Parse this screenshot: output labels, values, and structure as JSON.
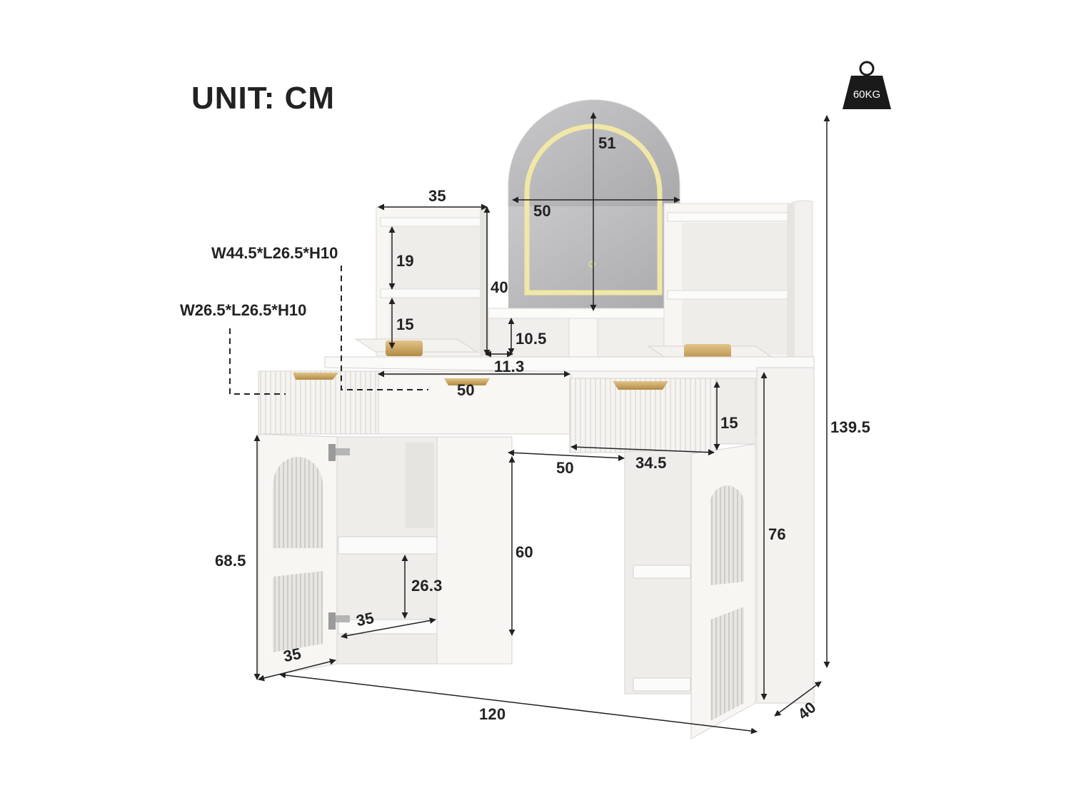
{
  "unit_label": "UNIT: CM",
  "weight_badge": {
    "text": "60KG",
    "icon": "weight-icon"
  },
  "drawer_specs": {
    "middle_drawer": "W44.5*L26.5*H10",
    "side_drawer": "W26.5*L26.5*H10"
  },
  "dimensions": {
    "total_height": "139.5",
    "total_width": "120",
    "depth": "40",
    "desk_height": "76",
    "mirror_height": "51",
    "mirror_width": "50",
    "shelf_width": "35",
    "shelf_upper": "19",
    "shelf_lower": "15",
    "hutch_height": "40",
    "cubby_height": "10.5",
    "cubby_gap": "11.3",
    "drawer_width": "50",
    "right_drawer_height": "15",
    "right_drawer_depth": "34.5",
    "knee_width": "50",
    "knee_height": "60",
    "cabinet_height": "68.5",
    "cabinet_shelf_height": "26.3",
    "cabinet_inner_depth": "35",
    "cabinet_width": "35"
  },
  "colors": {
    "furniture": "#f7f6f3",
    "shadow": "#e2e0dc",
    "gold": "#c9a45c",
    "mirror": "#b9b9bb",
    "led": "#f1e7a6",
    "ink": "#222222"
  }
}
